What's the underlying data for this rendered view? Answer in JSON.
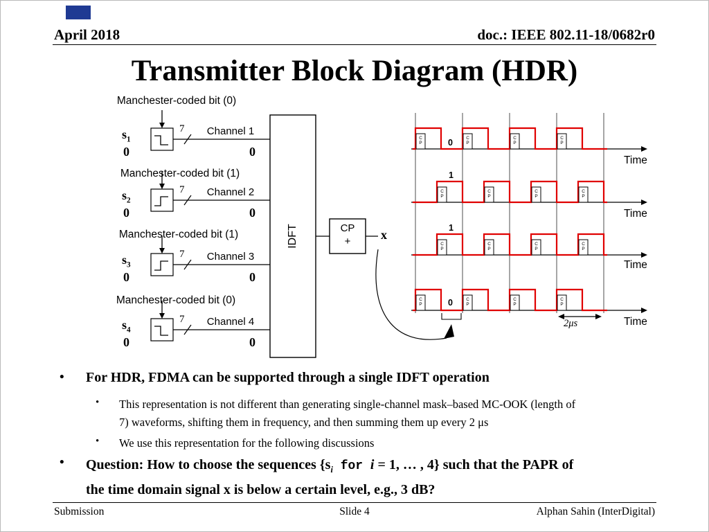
{
  "colors": {
    "accent_blue": "#1F3A93",
    "waveform_red": "#E00000"
  },
  "slide": {
    "header": {
      "date": "April 2018",
      "doc_number": "doc.: IEEE 802.11-18/0682r0"
    },
    "title": "Transmitter Block Diagram (HDR)",
    "footer": {
      "left": "Submission",
      "center": "Slide 4",
      "right": "Alphan Sahin (InterDigital)"
    }
  },
  "diagram": {
    "branches": [
      {
        "coded_label": "Manchester-coded bit (0)",
        "seq_base": "s",
        "seq_index": "1",
        "seq_value": "0",
        "tap_count": "7",
        "channel": "Channel 1",
        "line_value": "0"
      },
      {
        "coded_label": "Manchester-coded bit (1)",
        "seq_base": "s",
        "seq_index": "2",
        "seq_value": "0",
        "tap_count": "7",
        "channel": "Channel 2",
        "line_value": "0"
      },
      {
        "coded_label": "Manchester-coded bit (1)",
        "seq_base": "s",
        "seq_index": "3",
        "seq_value": "0",
        "tap_count": "7",
        "channel": "Channel 3",
        "line_value": "0"
      },
      {
        "coded_label": "Manchester-coded bit (0)",
        "seq_base": "s",
        "seq_index": "4",
        "seq_value": "0",
        "tap_count": "7",
        "channel": "Channel 4",
        "line_value": "0"
      }
    ],
    "idft_label": "IDFT",
    "cp_block_line1": "CP",
    "cp_block_line2": "+",
    "output_label": "x",
    "cp_marker": "CP",
    "time_label": "Time",
    "waveform_bits": [
      "0",
      "1",
      "1",
      "0"
    ],
    "scale_label": "2μs"
  },
  "bullets": {
    "marker": "•",
    "b1": "For HDR, FDMA can be supported through a single IDFT operation",
    "b1_sub1": "This representation is not different than generating single-channel mask–based MC-OOK (length of 7) waveforms, shifting them in frequency, and then summing them up every 2 μs",
    "b1_sub2": "We use this representation for the following discussions",
    "b2_part1": "Question: How to choose the sequences {",
    "b2_seq": "s",
    "b2_seq_sub": "i",
    "b2_for": " for ",
    "b2_index": "i",
    "b2_part2": " = 1, … , 4} such that the PAPR of the time domain signal x is below a certain level, e.g., 3 dB?"
  }
}
